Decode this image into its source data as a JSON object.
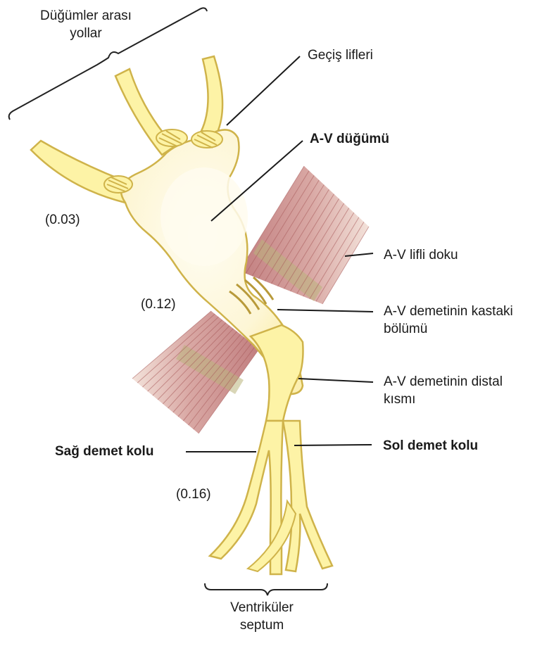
{
  "labels": {
    "internodal": [
      "Düğümler arası",
      "yollar"
    ],
    "transitional": "Geçiş lifleri",
    "av_node": "A-V düğümü",
    "val_003": "(0.03)",
    "av_fibrous": "A-V lifli doku",
    "val_012": "(0.12)",
    "penetrating": [
      "A-V demetinin kastaki",
      "bölümü"
    ],
    "distal": [
      "A-V demetinin distal",
      "kısmı"
    ],
    "right_bundle": "Sağ demet kolu",
    "left_bundle": "Sol demet kolu",
    "val_016": "(0.16)",
    "septum": [
      "Ventriküler",
      "septum"
    ]
  },
  "colors": {
    "conduction_fill": "#fdf3a6",
    "node_fill": "#fdf9e6",
    "conduction_stroke": "#cfb34a",
    "bundle_light": "#fffbd4",
    "fibrous_tissue": "#c98b8b",
    "fibrous_light": "#f1ddd2",
    "fiber_lines": "#a85a5a",
    "fiber_green": "#b9b57c",
    "leader_line": "#1a1a1a"
  }
}
